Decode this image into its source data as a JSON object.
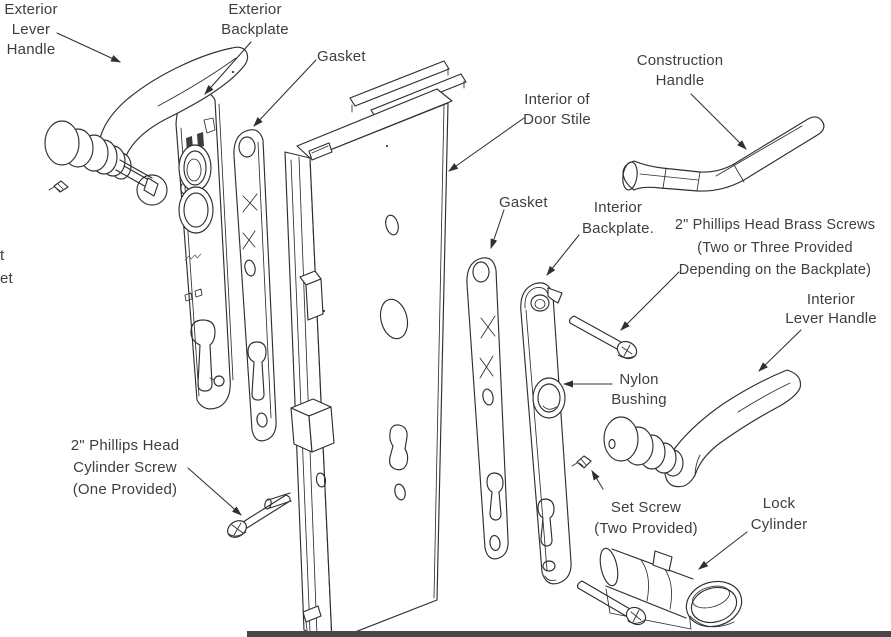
{
  "document": {
    "kind": "exploded-parts-diagram",
    "subject": "Door lock handle set hardware",
    "background_color": "#ffffff",
    "ink_color": "#2f2f2f",
    "scan_bar_color": "#474747"
  },
  "labels": {
    "exterior_lever_handle": {
      "lines": [
        "Exterior",
        "Lever",
        "Handle"
      ]
    },
    "exterior_backplate": {
      "lines": [
        "Exterior",
        "Backplate"
      ]
    },
    "gasket_left": {
      "lines": [
        "Gasket"
      ]
    },
    "interior_of_door_stile": {
      "lines": [
        "Interior of",
        "Door Stile"
      ]
    },
    "construction_handle": {
      "lines": [
        "Construction",
        "Handle"
      ]
    },
    "gasket_right": {
      "lines": [
        "Gasket"
      ]
    },
    "interior_backplate": {
      "lines": [
        "Interior",
        "Backplate."
      ]
    },
    "phillips_brass_screws": {
      "lines": [
        "2\" Phillips Head Brass Screws",
        "(Two or Three Provided",
        "Depending on the Backplate)"
      ]
    },
    "interior_lever_handle": {
      "lines": [
        "Interior",
        "Lever Handle"
      ]
    },
    "nylon_bushing": {
      "lines": [
        "Nylon",
        "Bushing"
      ]
    },
    "set_screw": {
      "lines": [
        "Set Screw",
        "(Two Provided)"
      ]
    },
    "lock_cylinder": {
      "lines": [
        "Lock",
        "Cylinder"
      ]
    },
    "phillips_cylinder_screw": {
      "lines": [
        "2\" Phillips Head",
        "Cylinder Screw",
        "(One Provided)"
      ]
    },
    "left_edge_fragment_top": {
      "lines": [
        "t"
      ]
    },
    "left_edge_fragment_bottom": {
      "lines": [
        "et"
      ]
    }
  }
}
